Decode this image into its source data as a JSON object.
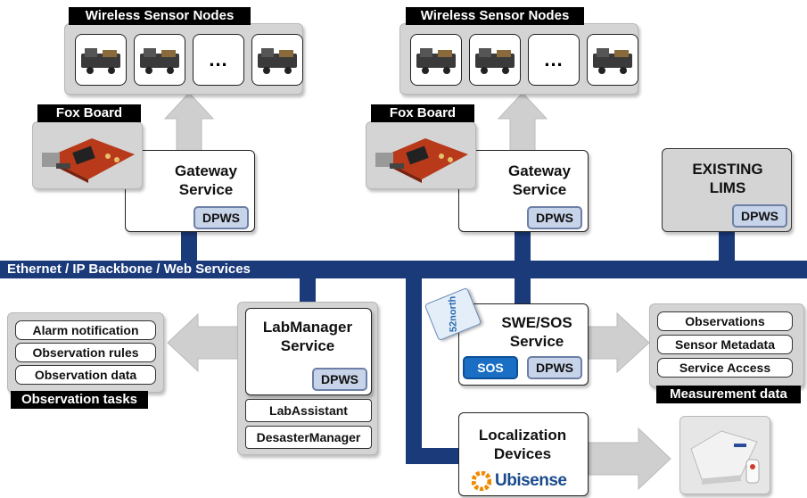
{
  "sensor_groups": [
    {
      "title": "Wireless Sensor Nodes",
      "ellipsis": "..."
    },
    {
      "title": "Wireless Sensor Nodes",
      "ellipsis": "..."
    }
  ],
  "fox_boards": [
    {
      "title": "Fox Board"
    },
    {
      "title": "Fox Board"
    }
  ],
  "gateways": [
    {
      "line1": "Gateway",
      "line2": "Service",
      "badge": "DPWS"
    },
    {
      "line1": "Gateway",
      "line2": "Service",
      "badge": "DPWS"
    }
  ],
  "existing_lims": {
    "line1": "EXISTING",
    "line2": "LIMS",
    "badge": "DPWS"
  },
  "backbone": {
    "label": "Ethernet / IP Backbone / Web Services"
  },
  "labmanager": {
    "line1": "LabManager",
    "line2": "Service",
    "badge": "DPWS",
    "modules": [
      "LabAssistant",
      "DesasterManager"
    ]
  },
  "observation_tasks": {
    "title": "Observation tasks",
    "items": [
      "Alarm notification",
      "Observation rules",
      "Observation data"
    ]
  },
  "swe_sos": {
    "line1": "SWE/SOS",
    "line2": "Service",
    "sos_badge": "SOS",
    "badge": "DPWS",
    "logo_text": "52north"
  },
  "measurement_data": {
    "title": "Measurement data",
    "items": [
      "Observations",
      "Sensor Metadata",
      "Service Access"
    ]
  },
  "localization": {
    "line1": "Localization",
    "line2": "Devices",
    "logo_text": "Ubisense"
  },
  "colors": {
    "backbone": "#1a3a7a",
    "dpws_fill": "#c7d3e8",
    "sos_fill": "#1a6fc4",
    "arrow": "#cfcfcf",
    "ubisense_orange": "#f08a00",
    "ubisense_blue": "#1a4b8c"
  }
}
